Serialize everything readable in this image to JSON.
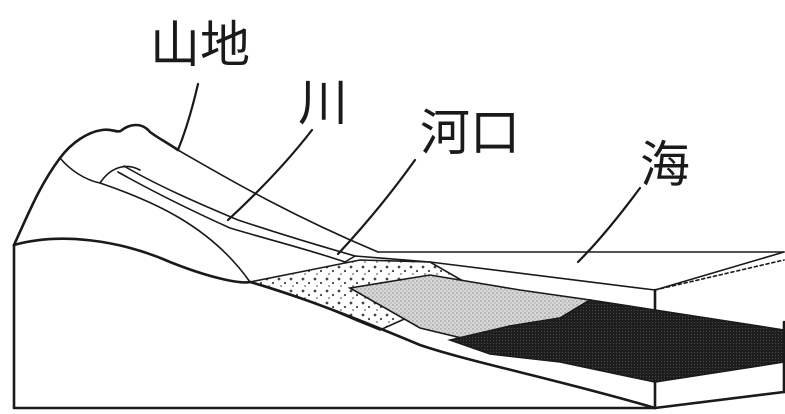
{
  "labels": {
    "mountain": "山地",
    "river": "川",
    "estuary": "河口",
    "sea": "海"
  }
}
